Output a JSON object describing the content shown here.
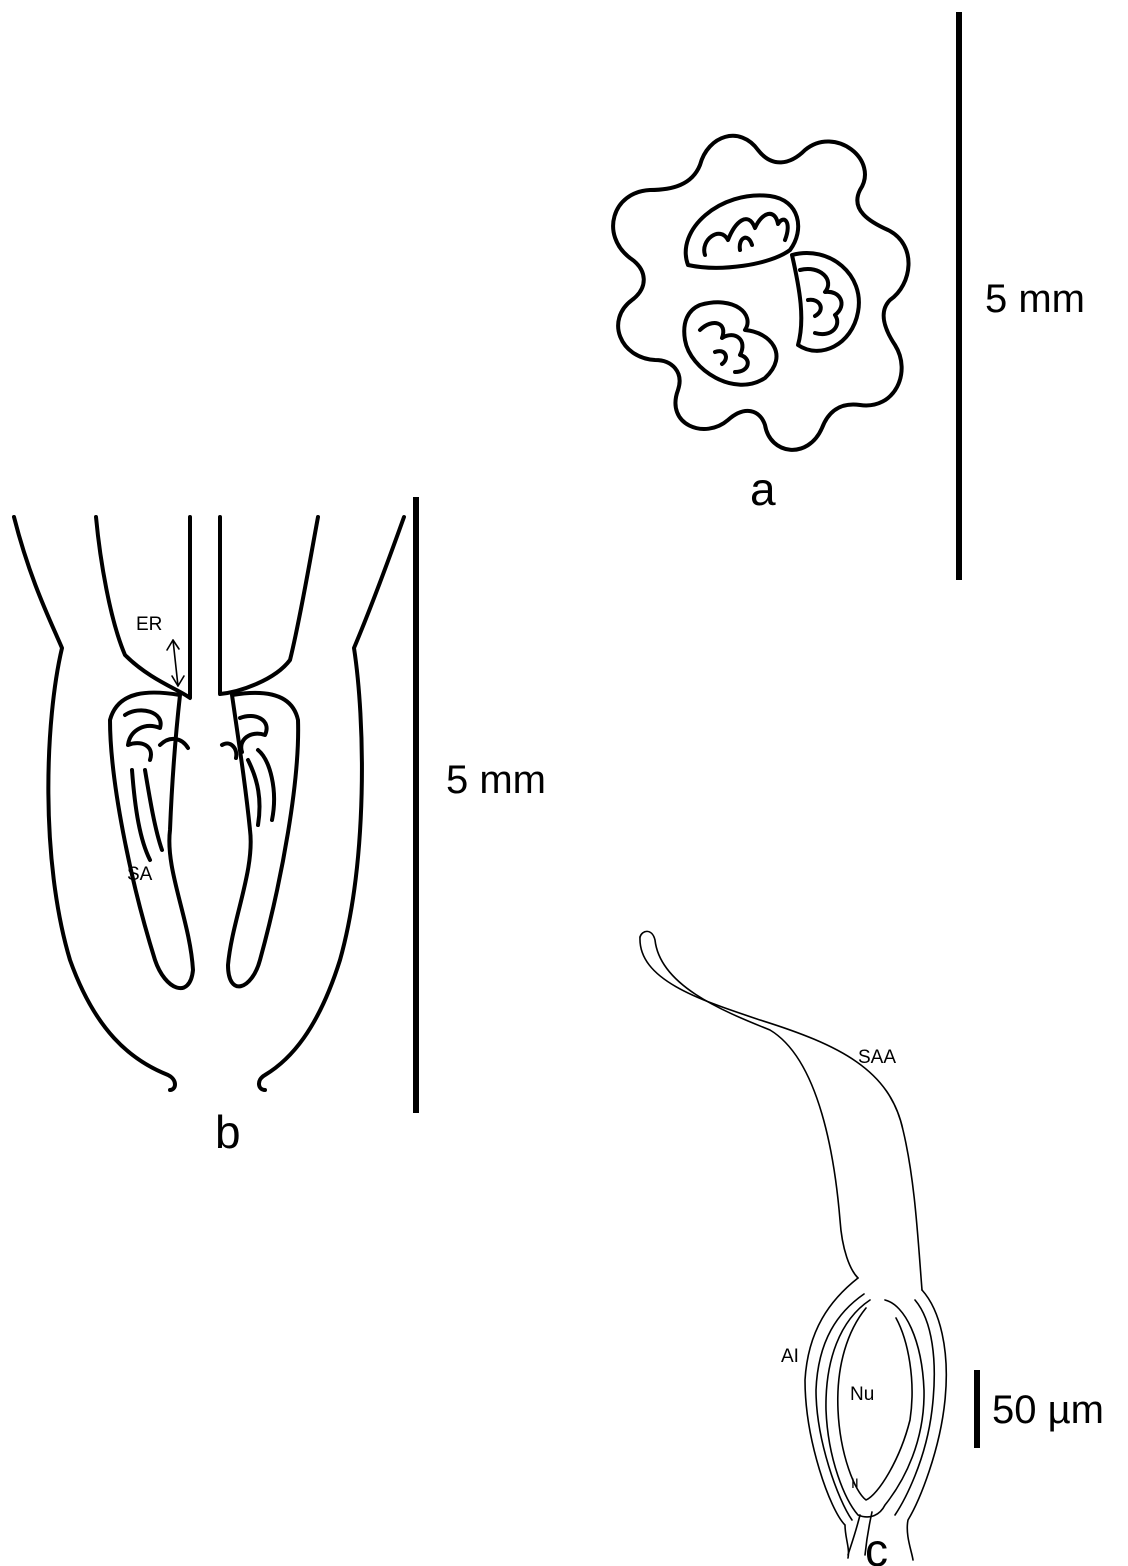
{
  "panels": {
    "a": {
      "letter": "a",
      "scale_text": "5 mm"
    },
    "b": {
      "letter": "b",
      "scale_text": "5 mm",
      "labels": {
        "er": "ER",
        "sa": "SA"
      }
    },
    "c": {
      "letter": "c",
      "scale_text": "50 µm",
      "labels": {
        "saa": "SAA",
        "ai": "AI",
        "nu": "Nu",
        "ii": "II"
      }
    }
  }
}
